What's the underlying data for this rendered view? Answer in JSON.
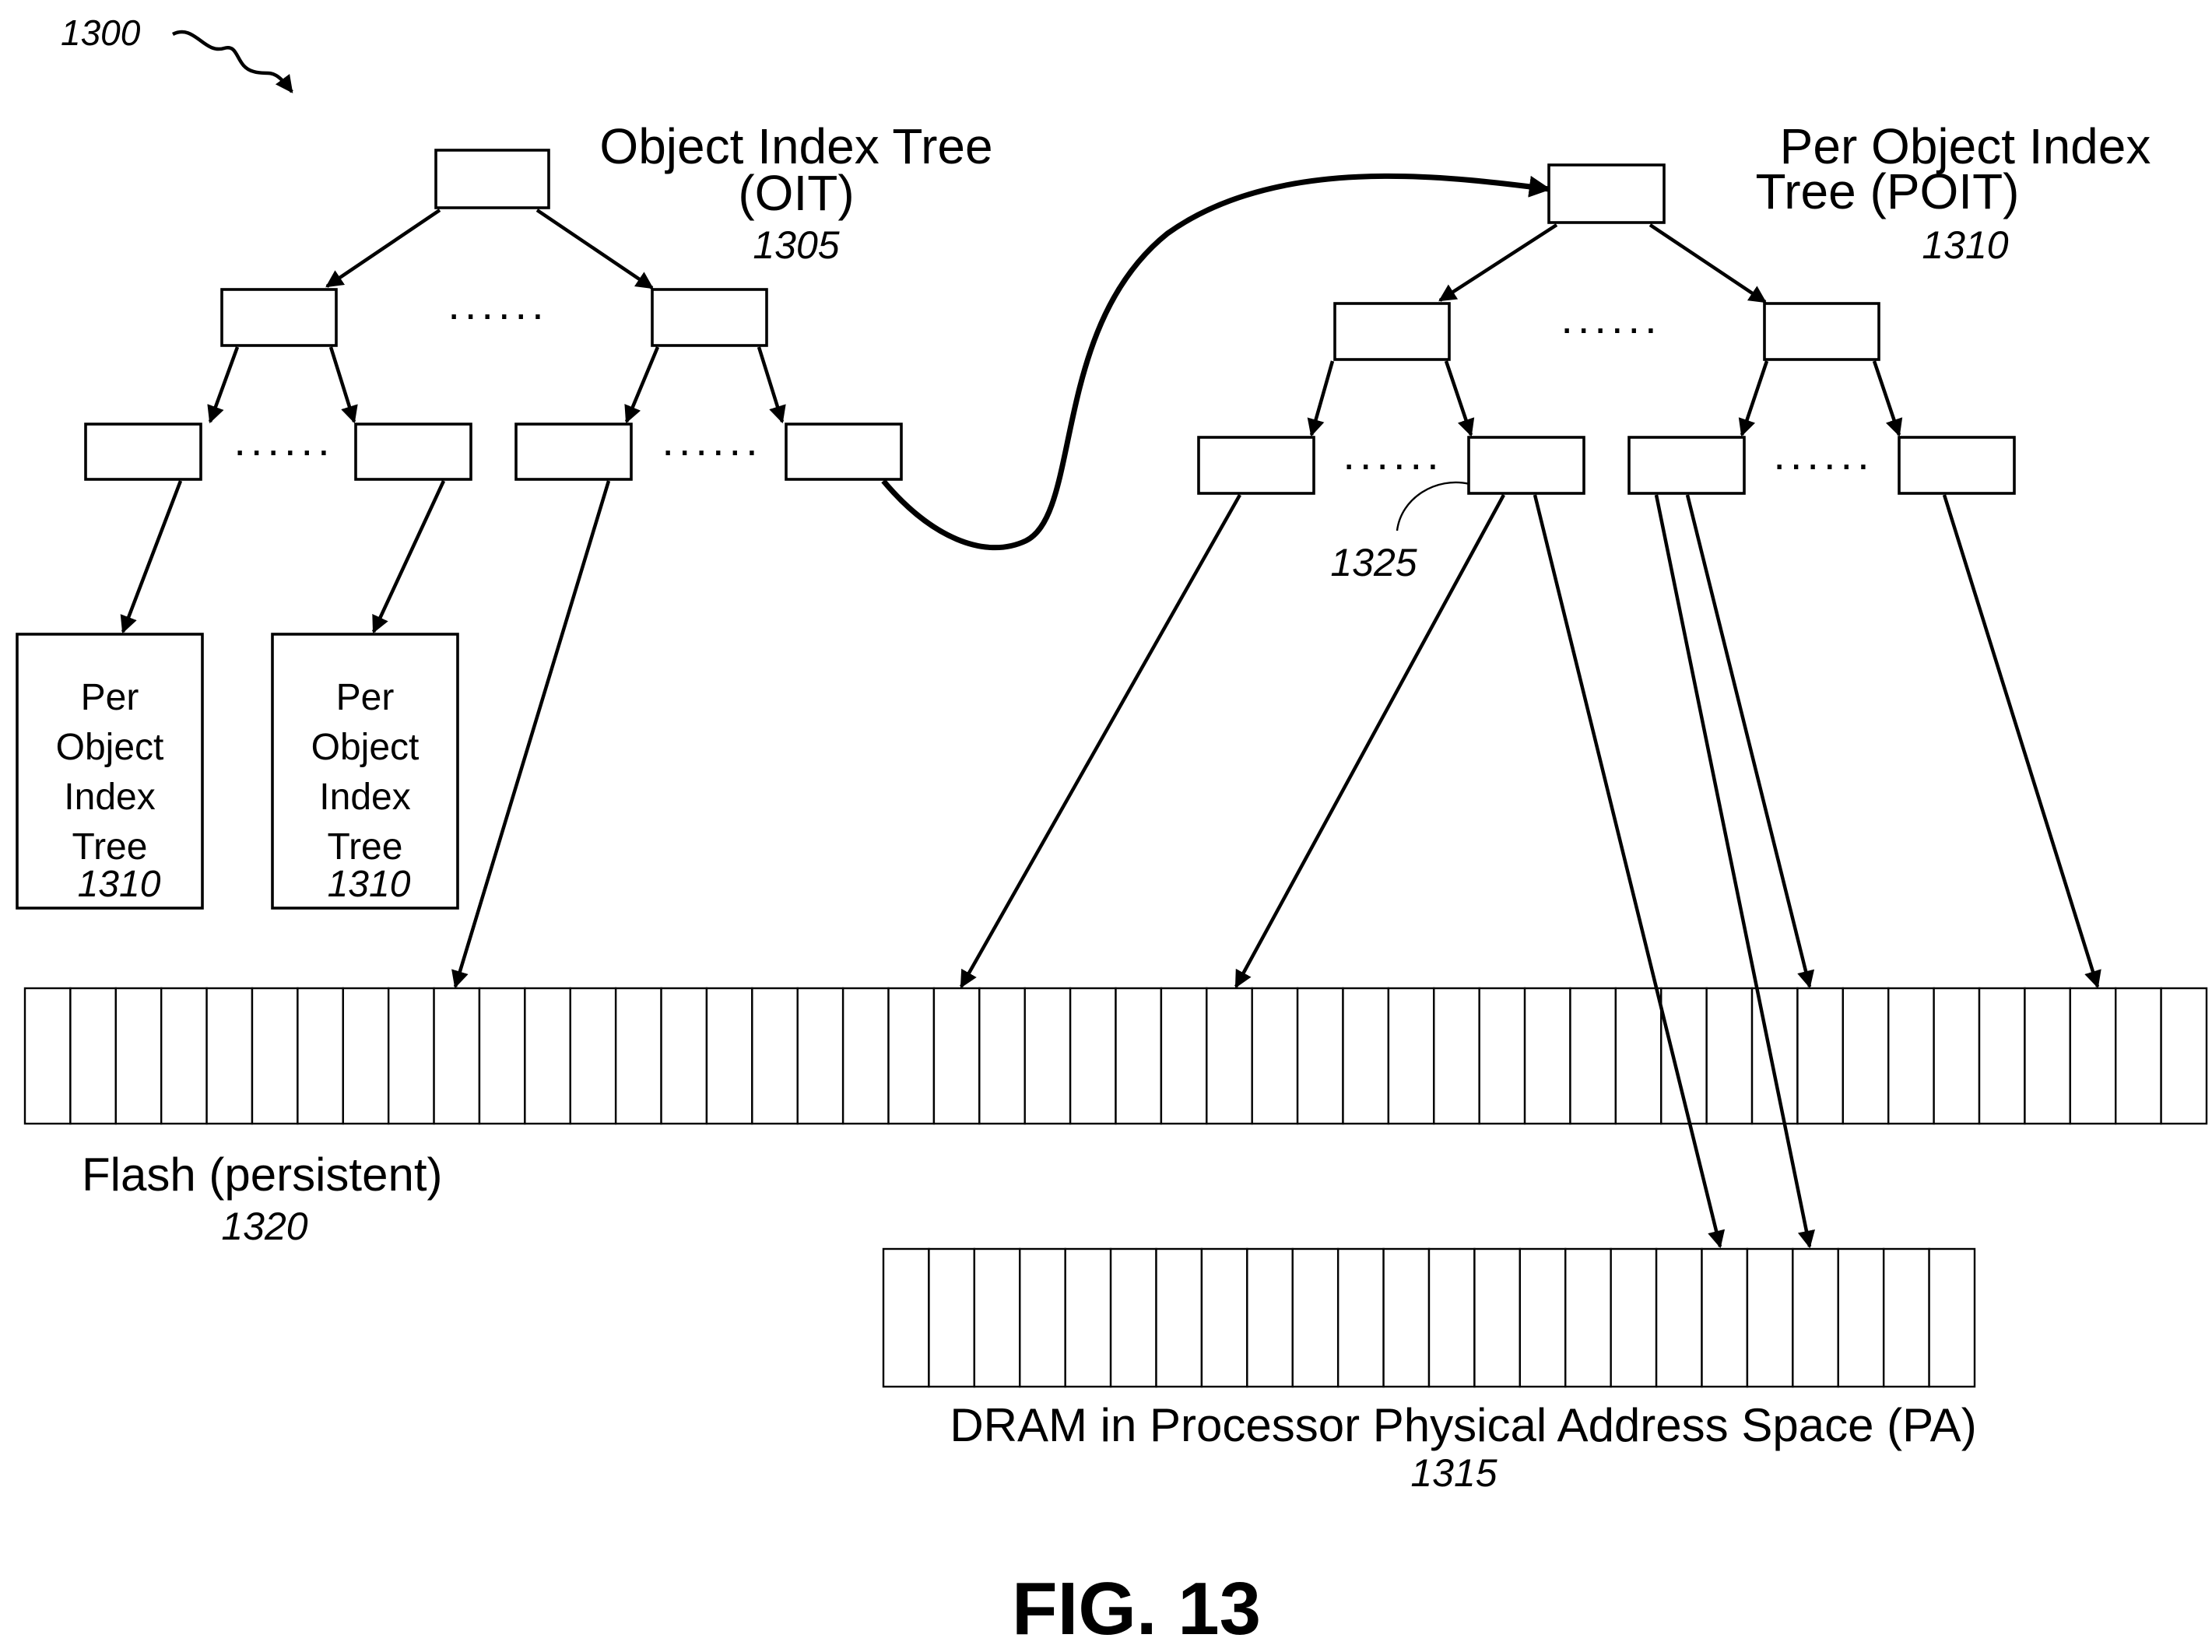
{
  "figure": {
    "ref_number": "1300",
    "caption": "FIG. 13"
  },
  "oit": {
    "title_line1": "Object Index Tree",
    "title_line2": "(OIT)",
    "ref": "1305",
    "ellipsis": "......"
  },
  "poit": {
    "title_line1": "Per Object Index",
    "title_line2": "Tree (POIT)",
    "ref": "1310",
    "ellipsis": "......"
  },
  "poit_leaf_ref": "1325",
  "subtree_boxes": [
    {
      "lines": [
        "Per",
        "Object",
        "Index",
        "Tree"
      ],
      "ref": "1310"
    },
    {
      "lines": [
        "Per",
        "Object",
        "Index",
        "Tree"
      ],
      "ref": "1310"
    }
  ],
  "flash": {
    "label": "Flash (persistent)",
    "ref": "1320",
    "cell_count": 48
  },
  "dram": {
    "label": "DRAM in Processor Physical Address Space (PA)",
    "ref": "1315",
    "cell_count": 24
  }
}
